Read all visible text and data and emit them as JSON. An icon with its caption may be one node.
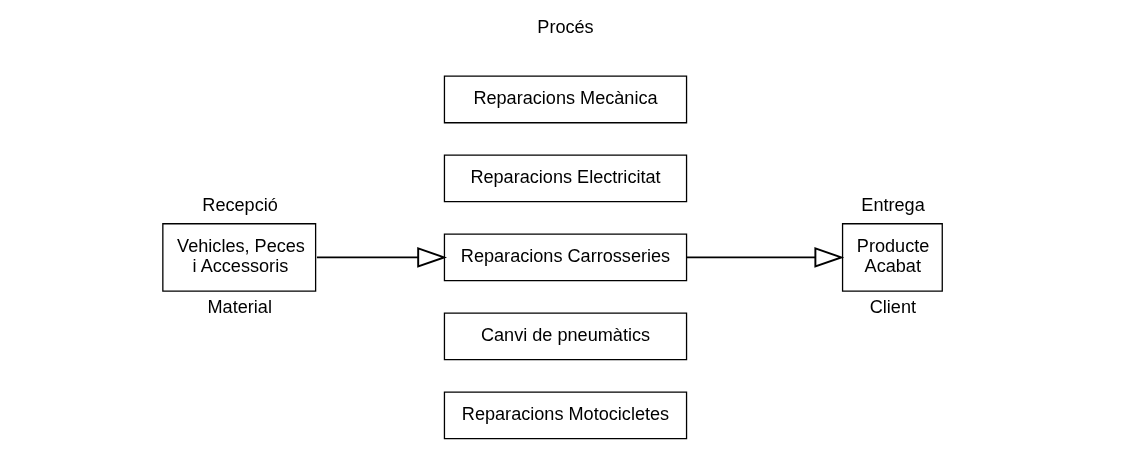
{
  "diagram": {
    "nodes": [
      {
        "text": [
          "Recepció",
          "Vehicles, Peces i Accessoris"
        ],
        "beside": [
          "Material"
        ]
      },
      {
        "text": [
          "Reparacions Mecànica"
        ]
      },
      {
        "text": [
          "Reparacions Electricitat"
        ]
      },
      {
        "text": [
          "Reparacions Carrosseries"
        ]
      },
      {
        "text": [
          "Canvi de pneumàtics"
        ]
      },
      {
        "text": [
          "Reparacions Motocicletes"
        ]
      },
      {
        "text": [
          "Entrega",
          "Producte Acabat"
        ],
        "beside": [
          "Client"
        ]
      }
    ],
    "edges": [
      {
        "from": 0,
        "to": 3,
        "arrow": "to"
      },
      {
        "from": 3,
        "to": 6,
        "arrow": "to"
      }
    ],
    "labels": [
      "Procés"
    ]
  }
}
